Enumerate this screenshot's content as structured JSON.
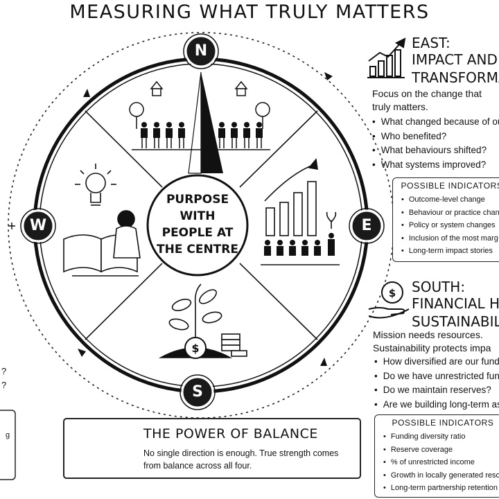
{
  "title": "MEASURING WHAT TRULY MATTERS",
  "center": {
    "line1": "PURPOSE",
    "line2": "WITH",
    "line3": "PEOPLE AT",
    "line4": "THE CENTRE"
  },
  "directions": {
    "north": "N",
    "east": "E",
    "south": "S",
    "west": "W"
  },
  "east": {
    "title_line1": "EAST:",
    "title_line2": "IMPACT AND",
    "title_line3": "TRANSFORMATI",
    "desc_line1": "Focus on the change that",
    "desc_line2": "truly matters.",
    "questions": [
      "What changed because of our",
      "Who benefited?",
      "What behaviours shifted?",
      "What systems improved?"
    ],
    "indicators_title": "POSSIBLE INDICATORS",
    "indicators": [
      "Outcome-level change",
      "Behaviour or practice chan",
      "Policy or system changes",
      "Inclusion of the most marg",
      "Long-term impact stories"
    ]
  },
  "south": {
    "title_line1": "SOUTH:",
    "title_line2": "FINANCIAL HEAL",
    "title_line3": "SUSTAINABILITY",
    "desc_line1": "Mission needs resources.",
    "desc_line2": "Sustainability protects impa",
    "questions": [
      "How diversified are our fundin",
      "Do we have unrestricted func",
      "Do we maintain reserves?",
      "Are we building long-term as"
    ],
    "indicators_title": "POSSIBLE INDICATORS",
    "indicators": [
      "Funding diversity ratio",
      "Reserve coverage",
      "% of unrestricted income",
      "Growth in locally generated reso",
      "Long-term partnership retention"
    ]
  },
  "balance": {
    "title": "THE POWER OF BALANCE",
    "text": "No single direction is enough. True strength comes from balance across all four."
  },
  "left_fragments": {
    "q1": "?",
    "q2": "?",
    "box_text": "g"
  },
  "colors": {
    "ink": "#111111",
    "paper": "#ffffff",
    "badge": "#1a1a1a"
  }
}
